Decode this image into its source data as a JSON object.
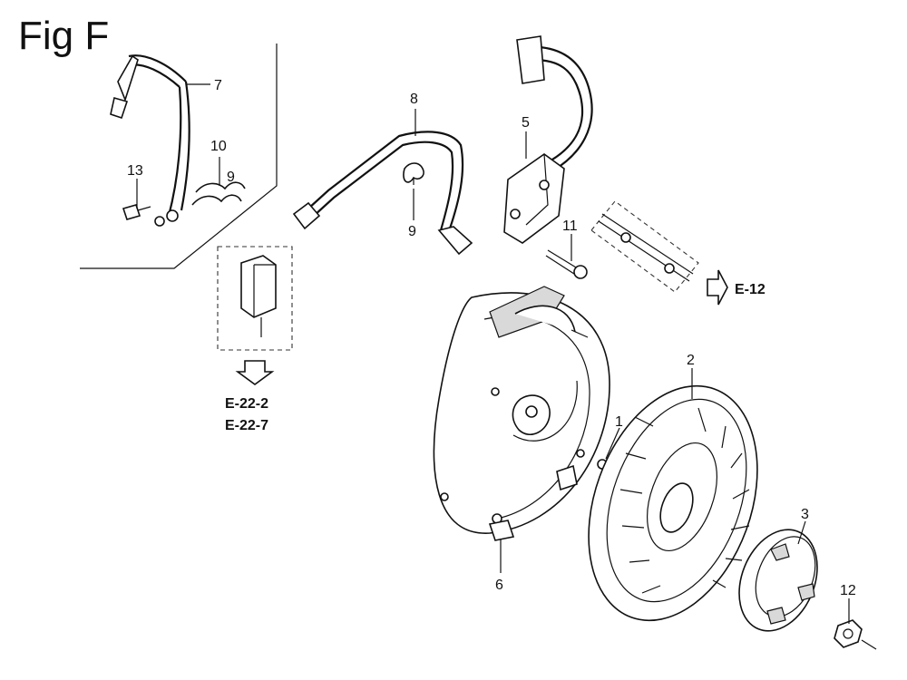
{
  "figure": {
    "title": "Fig F"
  },
  "callouts": [
    {
      "id": "1",
      "label": "1"
    },
    {
      "id": "2",
      "label": "2"
    },
    {
      "id": "3",
      "label": "3"
    },
    {
      "id": "5",
      "label": "5"
    },
    {
      "id": "6",
      "label": "6"
    },
    {
      "id": "7",
      "label": "7"
    },
    {
      "id": "8",
      "label": "8"
    },
    {
      "id": "9a",
      "label": "9"
    },
    {
      "id": "9b",
      "label": "9"
    },
    {
      "id": "10",
      "label": "10"
    },
    {
      "id": "11",
      "label": "11"
    },
    {
      "id": "12",
      "label": "12"
    },
    {
      "id": "13",
      "label": "13"
    }
  ],
  "references": [
    {
      "id": "e12",
      "label": "E-12"
    },
    {
      "id": "e22_2",
      "label": "E-22-2"
    },
    {
      "id": "e22_7",
      "label": "E-22-7"
    }
  ]
}
